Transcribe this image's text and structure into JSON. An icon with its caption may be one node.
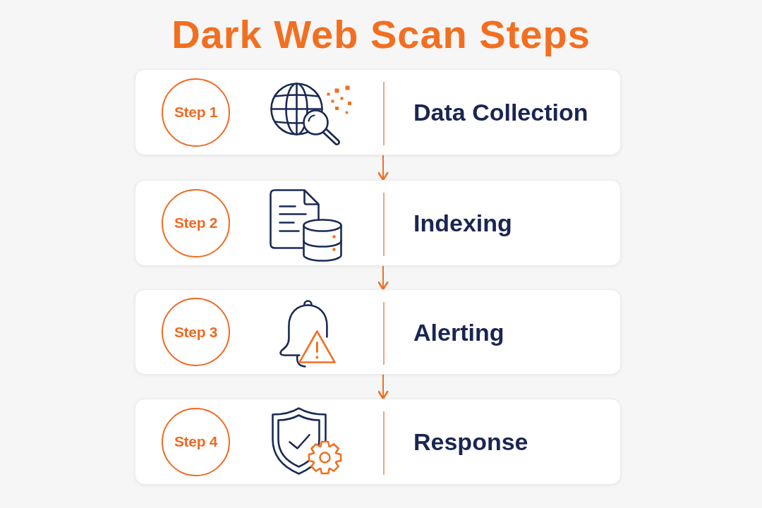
{
  "diagram": {
    "title": "Dark Web Scan Steps",
    "nodes": [
      {
        "text": [
          "Data Collection"
        ]
      },
      {
        "text": [
          "Step 1"
        ],
        "in": 0
      },
      {
        "text": [
          "Indexing"
        ]
      },
      {
        "text": [
          "Step 2"
        ],
        "in": 2
      },
      {
        "text": [
          "Alerting"
        ]
      },
      {
        "text": [
          "Step 3"
        ],
        "in": 4
      },
      {
        "text": [
          "Response"
        ]
      },
      {
        "text": [
          "Step 4"
        ],
        "in": 6
      }
    ],
    "edges": [
      {
        "from": 0,
        "to": 2,
        "arrow": "to"
      },
      {
        "from": 2,
        "to": 4,
        "arrow": "to"
      },
      {
        "from": 4,
        "to": 6,
        "arrow": "to"
      }
    ]
  }
}
